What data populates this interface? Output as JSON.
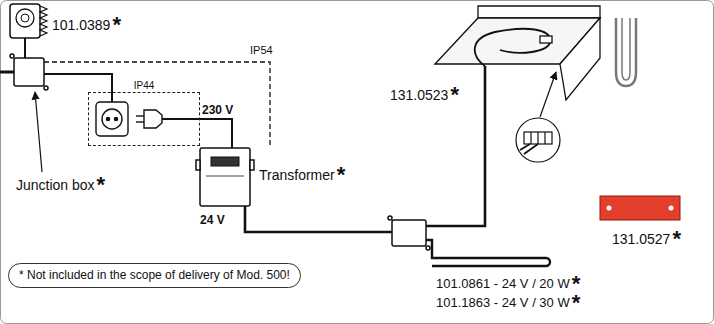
{
  "diagram": {
    "nodes": [
      {
        "text": [
          "IP44"
        ]
      },
      {
        "text": [
          "* Not included in the scope of delivery of Mod. 500!"
        ]
      }
    ],
    "labels": [
      "101.0389",
      "*",
      "IP54",
      "230 V",
      "Transformer",
      "*",
      "24 V",
      "131.0523",
      "*",
      "131.0527",
      "*",
      "Junction box",
      "*",
      "101.0861 - 24 V / 20 W",
      "*",
      "101.1863 - 24 V / 30 W",
      "*"
    ]
  }
}
